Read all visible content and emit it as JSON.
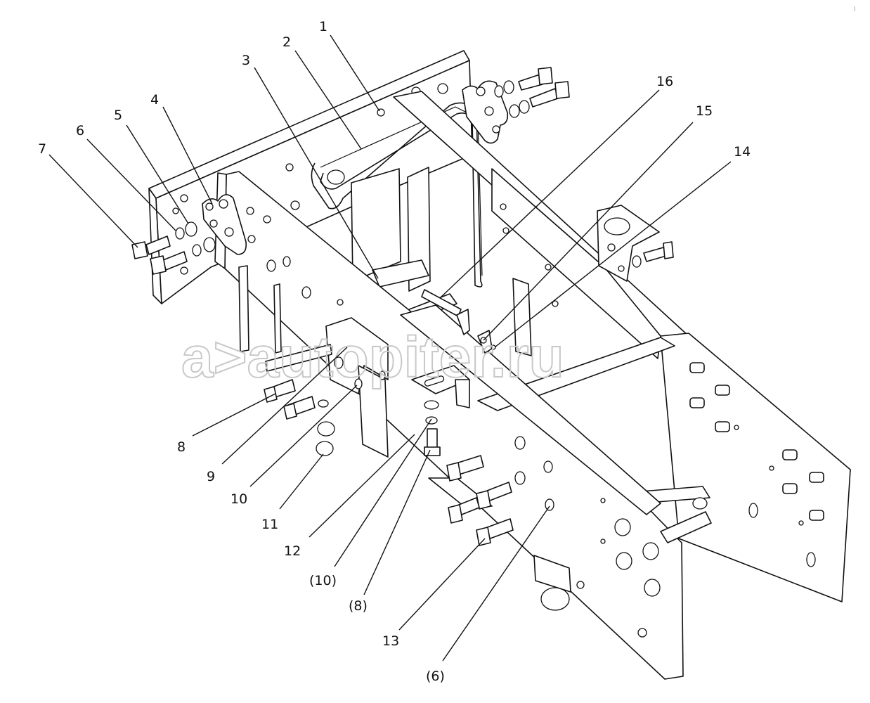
{
  "colors": {
    "line": "#111111",
    "watermark": "#c8c8c8",
    "background": "#ffffff"
  },
  "watermark": {
    "text": "a>autopiter.ru"
  },
  "corner_mark": "⌇",
  "callouts": [
    {
      "id": "c1",
      "label": "1"
    },
    {
      "id": "c2",
      "label": "2"
    },
    {
      "id": "c3",
      "label": "3"
    },
    {
      "id": "c4",
      "label": "4"
    },
    {
      "id": "c5",
      "label": "5"
    },
    {
      "id": "c6",
      "label": "6"
    },
    {
      "id": "c7",
      "label": "7"
    },
    {
      "id": "c8",
      "label": "8"
    },
    {
      "id": "c9",
      "label": "9"
    },
    {
      "id": "c10",
      "label": "10"
    },
    {
      "id": "c11",
      "label": "11"
    },
    {
      "id": "c12",
      "label": "12"
    },
    {
      "id": "c10b",
      "label": "(10)"
    },
    {
      "id": "c8b",
      "label": "(8)"
    },
    {
      "id": "c13",
      "label": "13"
    },
    {
      "id": "c6b",
      "label": "(6)"
    },
    {
      "id": "c16",
      "label": "16"
    },
    {
      "id": "c15",
      "label": "15"
    },
    {
      "id": "c14",
      "label": "14"
    }
  ]
}
